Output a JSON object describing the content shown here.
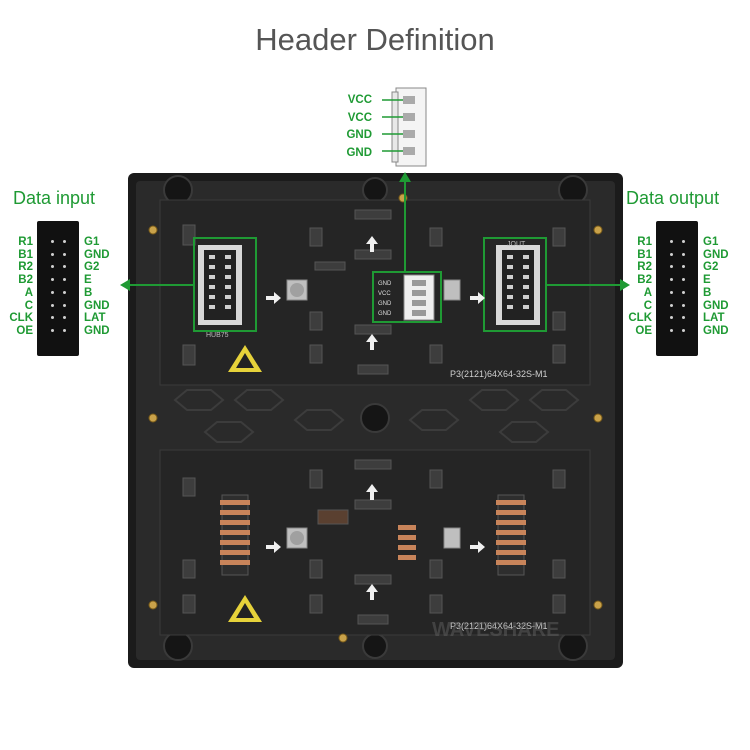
{
  "title": "Header Definition",
  "data_input": {
    "label": "Data input",
    "left_pins": [
      "R1",
      "B1",
      "R2",
      "B2",
      "A",
      "C",
      "CLK",
      "OE"
    ],
    "right_pins": [
      "G1",
      "GND",
      "G2",
      "E",
      "B",
      "GND",
      "LAT",
      "GND"
    ]
  },
  "data_output": {
    "label": "Data output",
    "left_pins": [
      "R1",
      "B1",
      "R2",
      "B2",
      "A",
      "C",
      "CLK",
      "OE"
    ],
    "right_pins": [
      "G1",
      "GND",
      "G2",
      "E",
      "B",
      "GND",
      "LAT",
      "GND"
    ]
  },
  "power_header": {
    "pins": [
      "VCC",
      "VCC",
      "GND",
      "GND"
    ]
  },
  "board": {
    "model_text_top": "P3(2121)64X64-32S-M1",
    "model_text_bottom": "P3(2121)64X64-32S-M1",
    "input_connector_label": "HUB75",
    "output_connector_label": "JOUT",
    "watermark": "WAVESHARE"
  },
  "colors": {
    "accent_green": "#1f9a34",
    "panel": "#262626",
    "frame": "#1a1a1a"
  }
}
